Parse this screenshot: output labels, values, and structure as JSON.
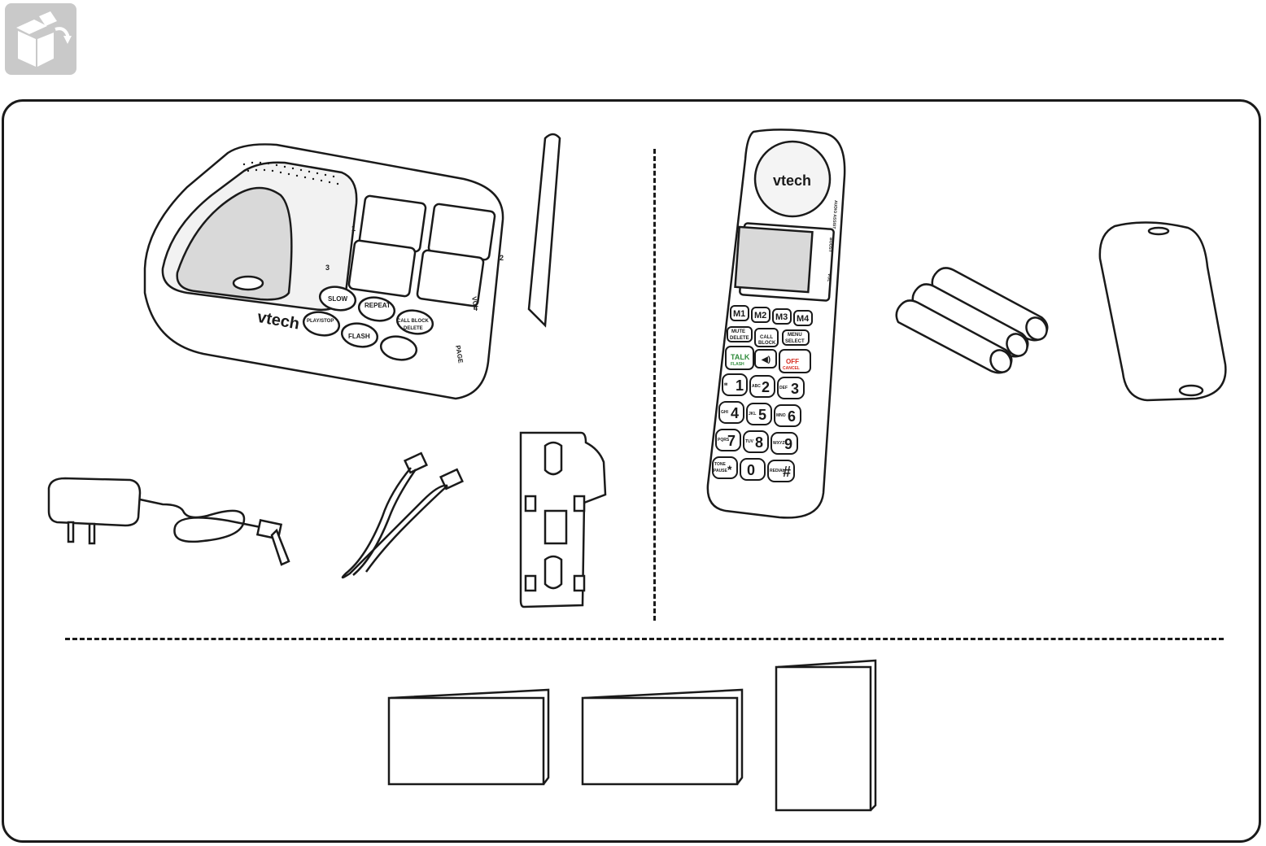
{
  "header": {
    "icon": "box-unpack-icon"
  },
  "base": {
    "brand": "vtech",
    "buttons": {
      "slow": "SLOW",
      "repeat": "REPEAT",
      "call_block": "CALL BLOCK",
      "delete": "DELETE",
      "play_stop": "PLAY/STOP",
      "flash": "FLASH"
    },
    "memory_numbers": [
      "1",
      "2",
      "3",
      "4"
    ],
    "side_labels": {
      "vol": "VOL",
      "page": "PAGE"
    }
  },
  "handset": {
    "brand": "vtech",
    "memory_keys": [
      "M1",
      "M2",
      "M3",
      "M4"
    ],
    "function_keys": {
      "mute": "MUTE",
      "delete": "DELETE",
      "call": "CALL",
      "block": "BLOCK",
      "menu": "MENU",
      "select": "SELECT",
      "talk": "TALK",
      "flash": "FLASH",
      "off": "OFF",
      "cancel": "CANCEL"
    },
    "digits": [
      "1",
      "2",
      "3",
      "4",
      "5",
      "6",
      "7",
      "8",
      "9",
      "*",
      "0",
      "#"
    ],
    "letters": [
      "",
      "ABC",
      "DEF",
      "GHI",
      "JKL",
      "MNO",
      "PQRS",
      "TUV",
      "WXYZ",
      "TONE",
      "",
      "REDIAL"
    ],
    "pause_label": "PAUSE",
    "side_labels": {
      "audio": "AUDIO ASSIST",
      "boost": "BOOST",
      "vol": "VOL"
    }
  },
  "colors": {
    "talk": "#2e8b3a",
    "off": "#d62b1f",
    "outline": "#1a1a1a",
    "icon_bg": "#c9c9c9"
  }
}
